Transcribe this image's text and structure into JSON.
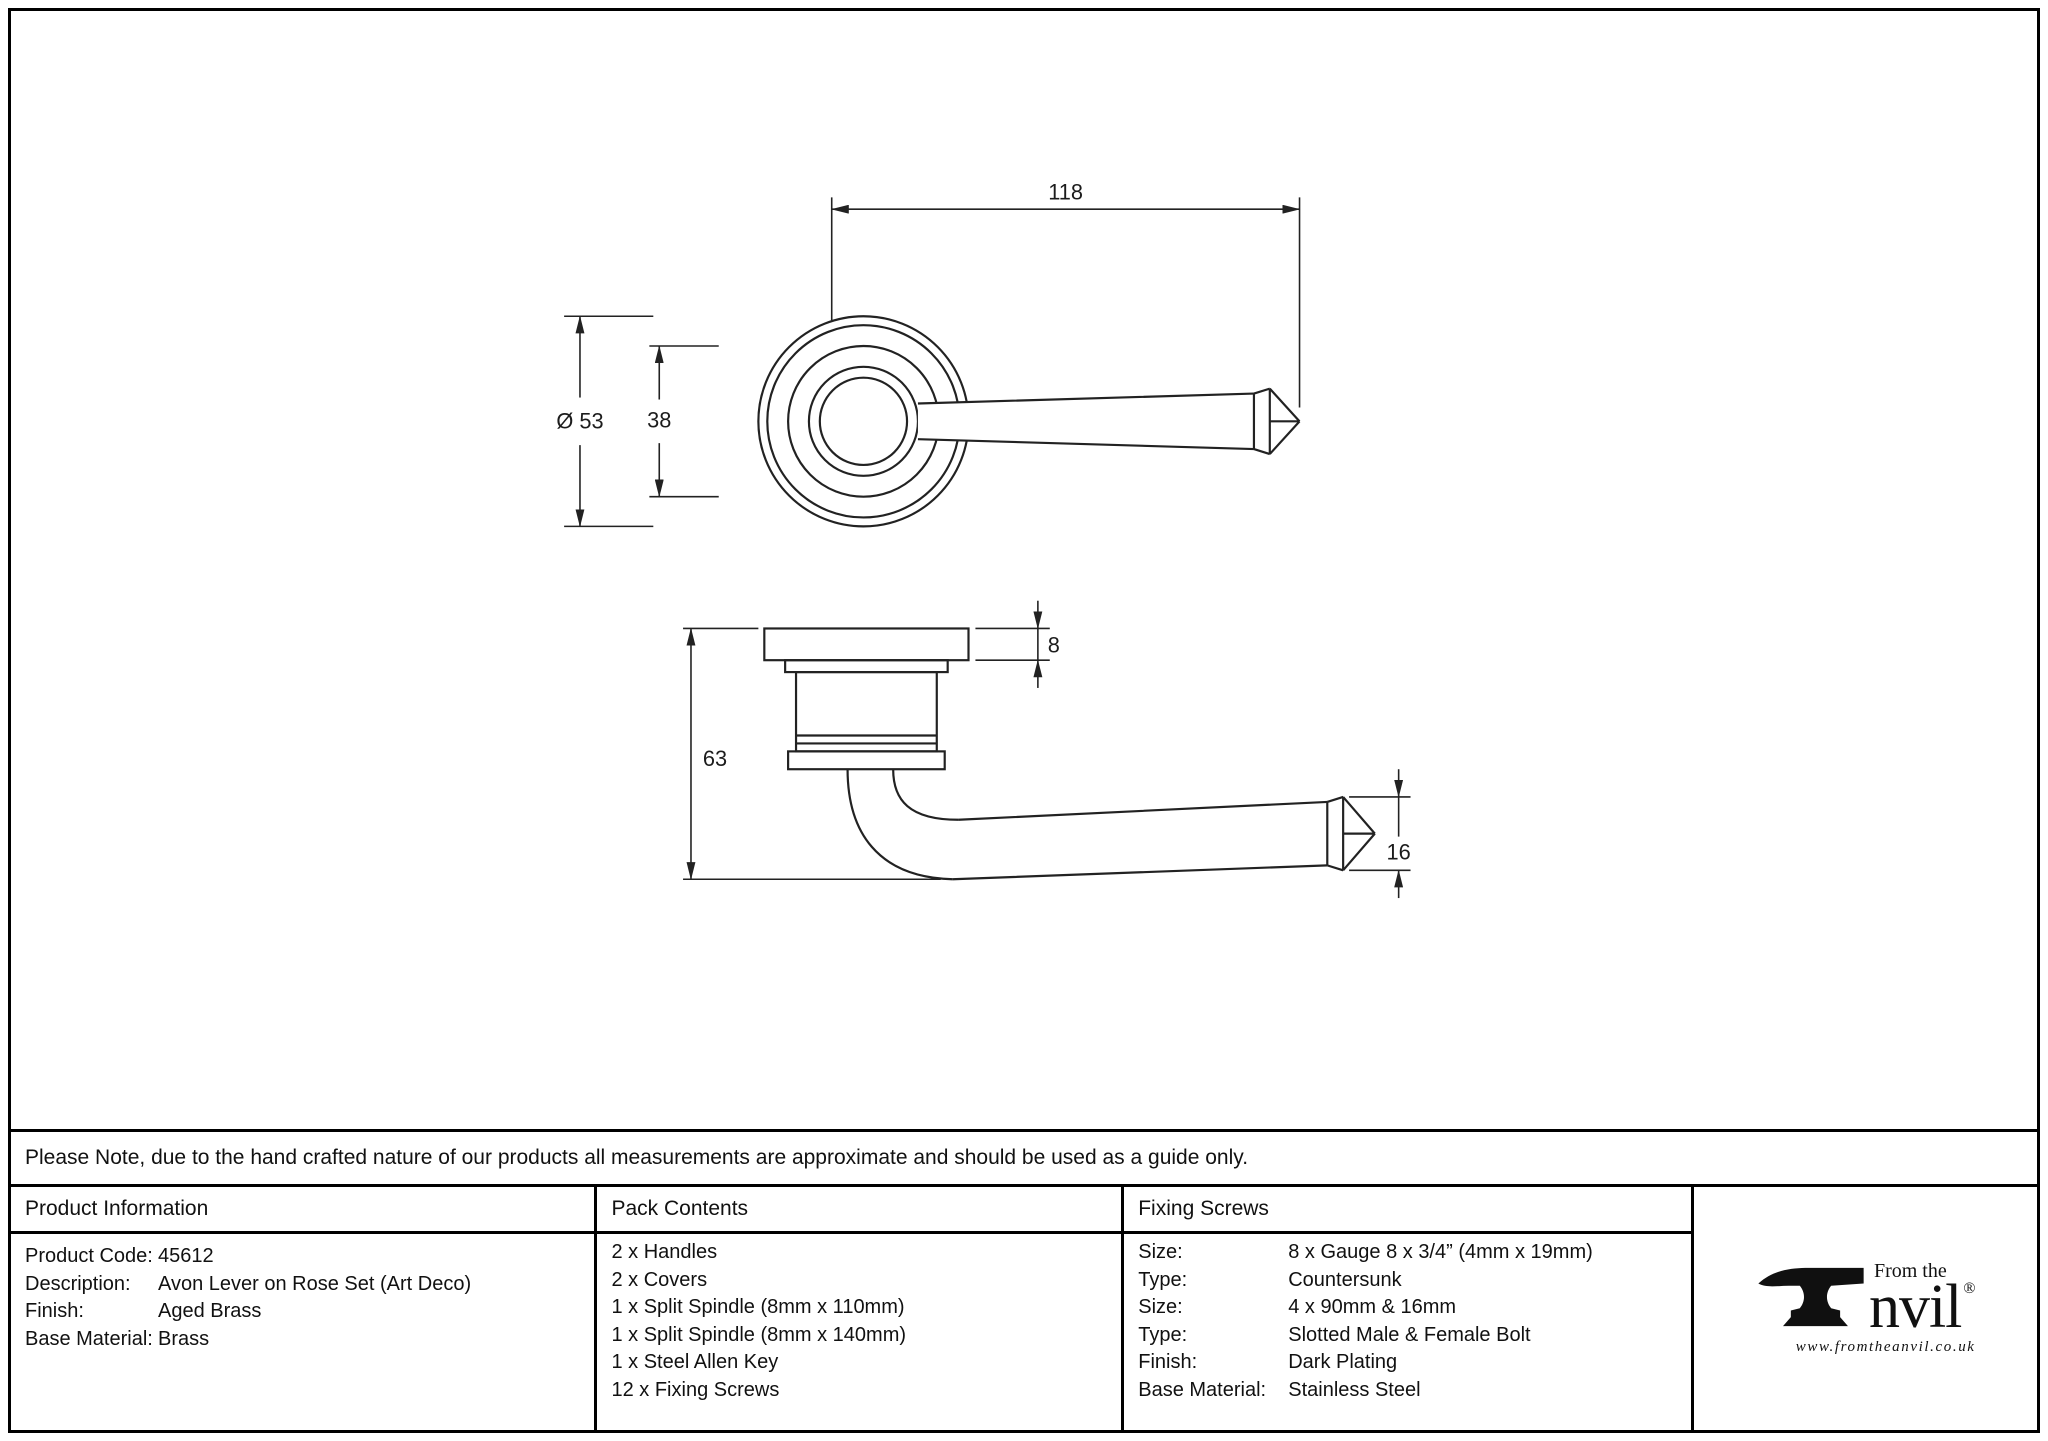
{
  "note": "Please Note, due to the hand crafted nature of our products all measurements are approximate and should be used as a guide only.",
  "drawing": {
    "dims": {
      "lever_length": "118",
      "rose_diameter": "Ø 53",
      "inner_diameter": "38",
      "rose_thickness": "8",
      "projection": "63",
      "lever_end_thickness": "16"
    }
  },
  "product_info": {
    "header": "Product Information",
    "rows": [
      {
        "label": "Product Code:",
        "value": "45612"
      },
      {
        "label": "Description:",
        "value": "Avon Lever on Rose Set (Art Deco)"
      },
      {
        "label": "Finish:",
        "value": "Aged Brass"
      },
      {
        "label": "Base Material:",
        "value": "Brass"
      }
    ]
  },
  "pack_contents": {
    "header": "Pack Contents",
    "items": [
      "2 x Handles",
      "2 x Covers",
      "1 x Split Spindle (8mm x 110mm)",
      "1 x Split Spindle (8mm x 140mm)",
      "1 x Steel Allen Key",
      "12 x Fixing Screws"
    ]
  },
  "fixing_screws": {
    "header": "Fixing Screws",
    "rows": [
      {
        "label": "Size:",
        "value": "8 x Gauge 8 x 3/4” (4mm x 19mm)"
      },
      {
        "label": "Type:",
        "value": "Countersunk"
      },
      {
        "label": "Size:",
        "value": "4 x 90mm & 16mm"
      },
      {
        "label": "Type:",
        "value": "Slotted Male & Female Bolt"
      },
      {
        "label": "Finish:",
        "value": "Dark Plating"
      },
      {
        "label": "Base Material:",
        "value": "Stainless Steel"
      }
    ]
  },
  "logo": {
    "tagline": "From the",
    "brand_suffix": "nvil",
    "registered": "®",
    "url": "www.fromtheanvil.co.uk"
  }
}
